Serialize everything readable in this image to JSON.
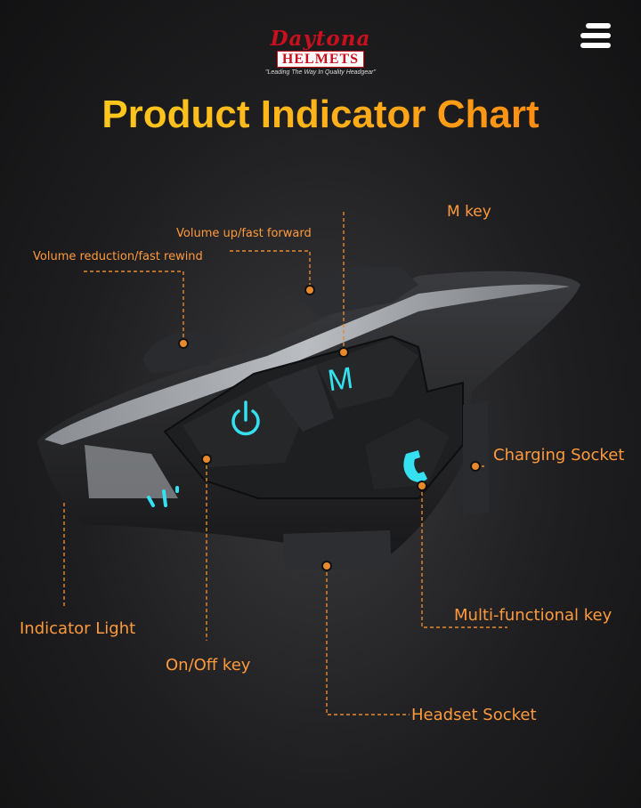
{
  "header": {
    "logo_script": "Daytona",
    "logo_block": "HELMETS",
    "logo_tagline": "\"Leading The Way In Quality Headgear\"",
    "menu_icon": "hamburger-menu-icon"
  },
  "title": "Product Indicator Chart",
  "labels": {
    "m_key": "M key",
    "volume_up": "Volume up/fast forward",
    "volume_down": "Volume reduction/fast rewind",
    "charging_socket": "Charging Socket",
    "indicator_light": "Indicator Light",
    "multi_key": "Multi-functional key",
    "on_off_key": "On/Off  key",
    "headset_socket": "Headset Socket"
  },
  "device": {
    "m_button_text": "M",
    "icons": [
      "power-icon",
      "phone-icon",
      "indicator-light-icon"
    ]
  },
  "colors": {
    "accent_orange": "#ff9a3c",
    "title_gradient": [
      "#ffd21e",
      "#ff7d0e"
    ],
    "icon_cyan": "#35e0f0",
    "brand_red": "#c8101e"
  }
}
